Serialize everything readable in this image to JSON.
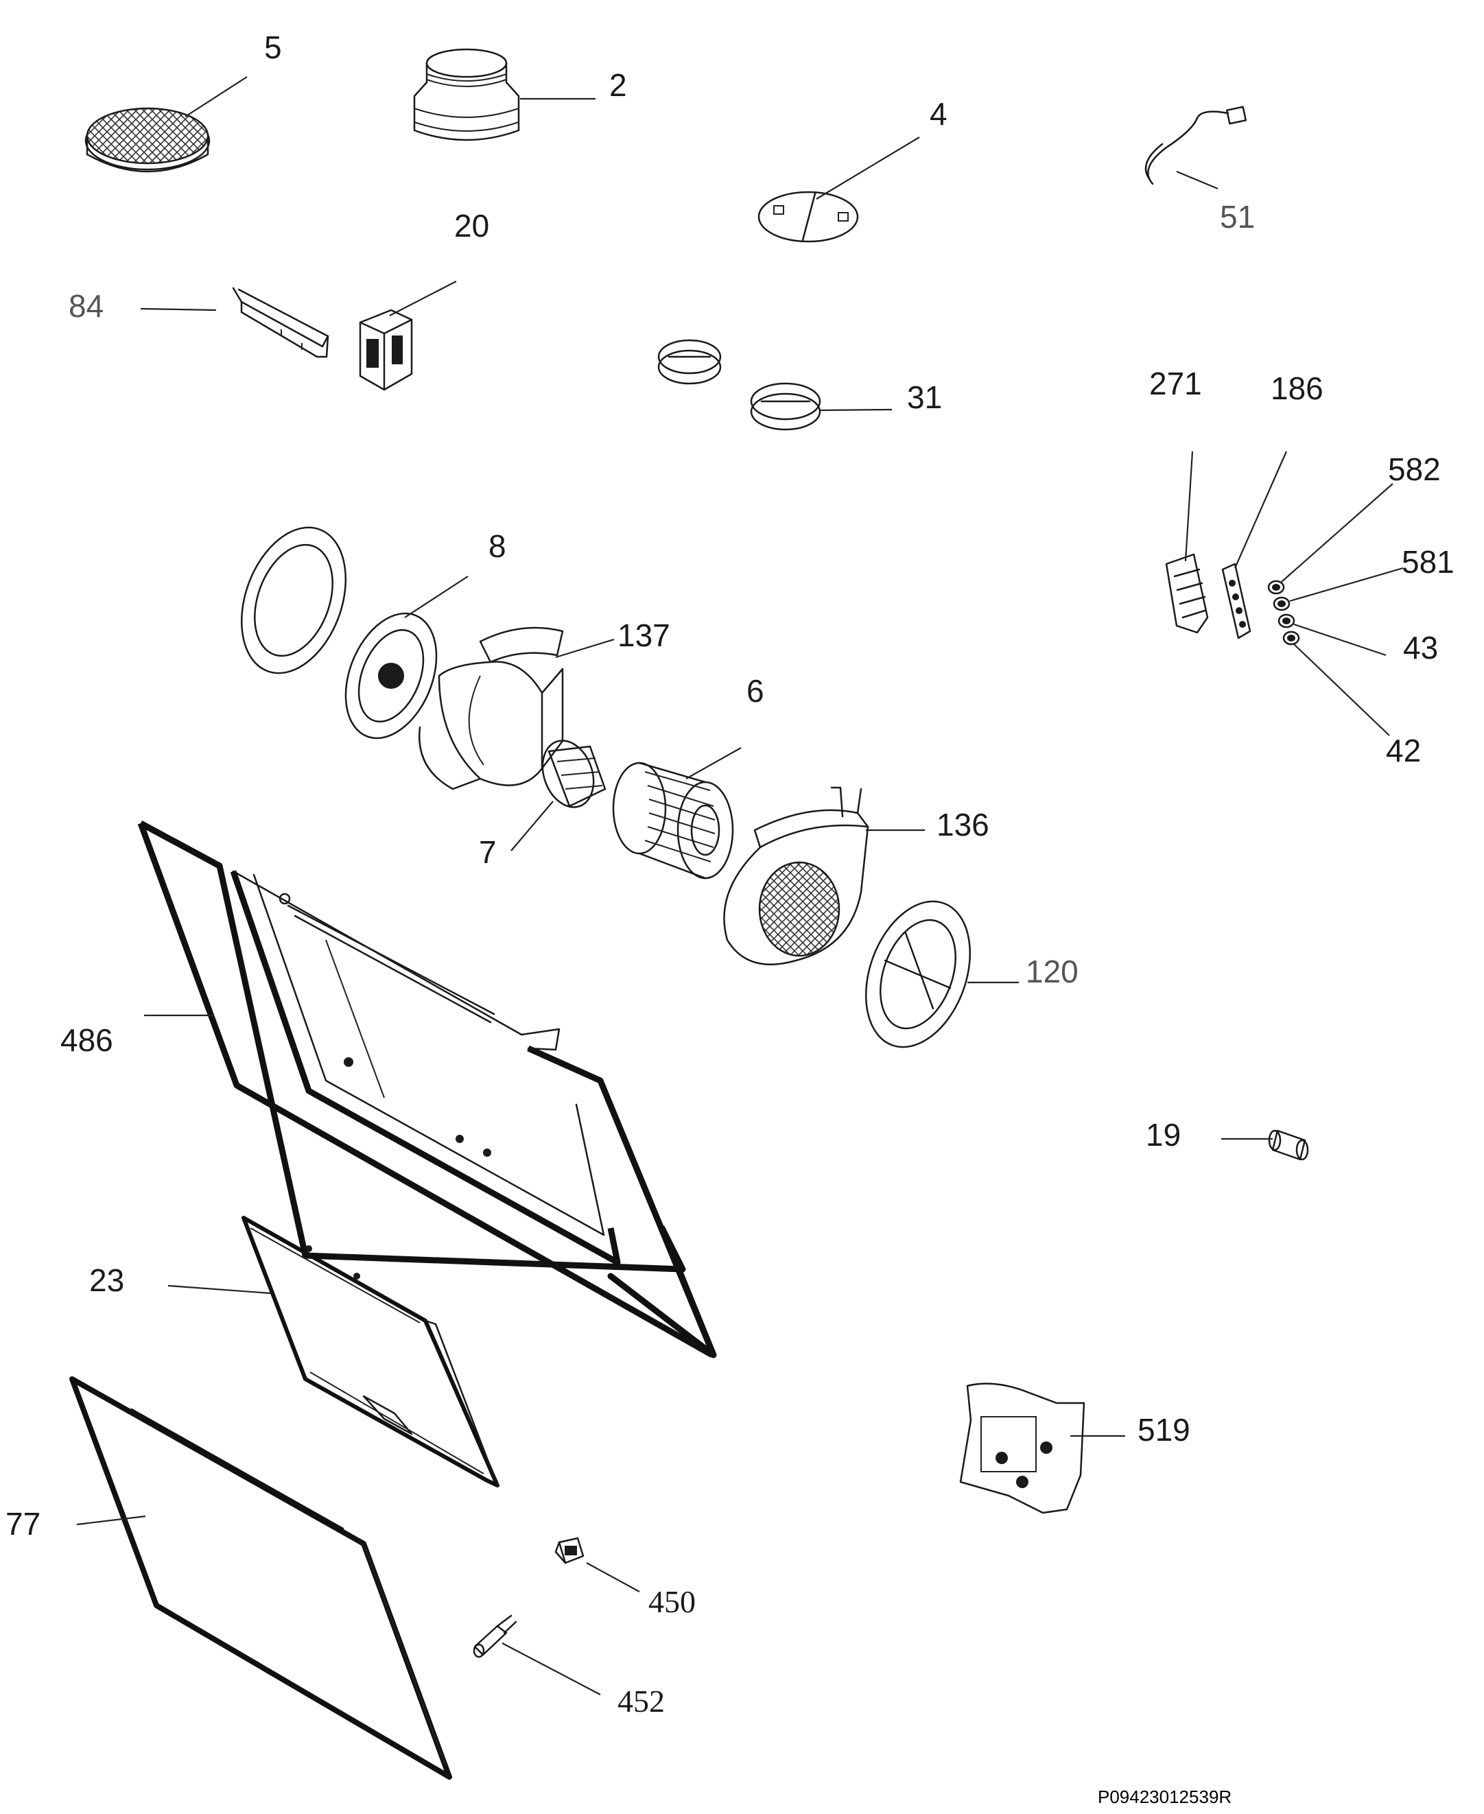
{
  "diagram": {
    "drawing_code": "P09423012539R",
    "parts": [
      {
        "id": "p5",
        "label": "5"
      },
      {
        "id": "p2",
        "label": "2"
      },
      {
        "id": "p4",
        "label": "4"
      },
      {
        "id": "p51",
        "label": "51"
      },
      {
        "id": "p20",
        "label": "20"
      },
      {
        "id": "p84",
        "label": "84"
      },
      {
        "id": "p31",
        "label": "31"
      },
      {
        "id": "p271",
        "label": "271"
      },
      {
        "id": "p186",
        "label": "186"
      },
      {
        "id": "p582",
        "label": "582"
      },
      {
        "id": "p581",
        "label": "581"
      },
      {
        "id": "p43",
        "label": "43"
      },
      {
        "id": "p42",
        "label": "42"
      },
      {
        "id": "p8",
        "label": "8"
      },
      {
        "id": "p137",
        "label": "137"
      },
      {
        "id": "p6",
        "label": "6"
      },
      {
        "id": "p7",
        "label": "7"
      },
      {
        "id": "p136",
        "label": "136"
      },
      {
        "id": "p120",
        "label": "120"
      },
      {
        "id": "p486",
        "label": "486"
      },
      {
        "id": "p19",
        "label": "19"
      },
      {
        "id": "p23",
        "label": "23"
      },
      {
        "id": "p519",
        "label": "519"
      },
      {
        "id": "p77",
        "label": "77"
      },
      {
        "id": "p450",
        "label": "450"
      },
      {
        "id": "p452",
        "label": "452"
      }
    ]
  }
}
